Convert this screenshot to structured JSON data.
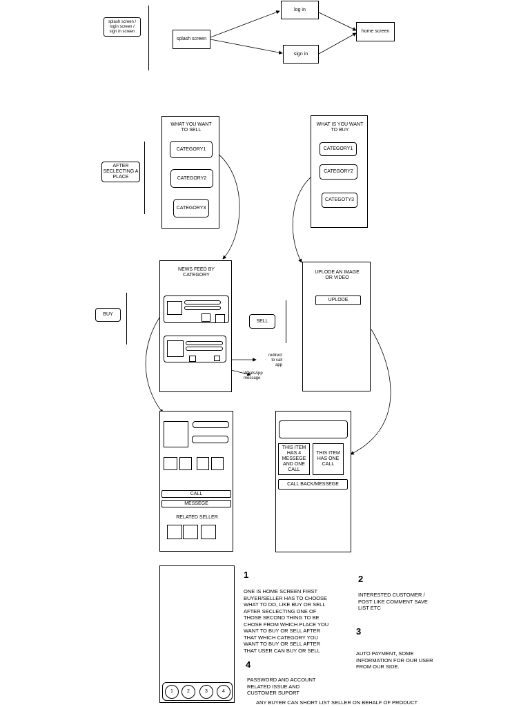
{
  "top_flow": {
    "label": "splash screen /\nlogin screen /\nsign in screen",
    "splash": "splash screen",
    "login": "log in",
    "signin": "sign in",
    "home": "home screen"
  },
  "side_labels": {
    "after_place": "AFTER\nSECLECTING A\nPLACE",
    "buy": "BUY",
    "sell": "SELL"
  },
  "sell_choice": {
    "title": "WHAT YOU WANT\nTO SELL",
    "categories": [
      "CATEGORY1",
      "CATEGORY2",
      "CATEGORY3"
    ]
  },
  "buy_choice": {
    "title": "WHAT IS YOU WANT\nTO BUY",
    "categories": [
      "CATEGORY1",
      "CATEGORY2",
      "CATEGOTY3"
    ]
  },
  "news_feed": {
    "title": "NEWS FEED BY\nCATEGORY",
    "redirect_call": "redirect\nto call\napp",
    "whatsapp": "WhatsApp\nmessage"
  },
  "upload": {
    "title": "UPLODE AN IMAGE\nOR VIDEO",
    "button": "UPLODE"
  },
  "product": {
    "call": "CALL",
    "message": "MESSEGE",
    "related": "RELATED SELLER"
  },
  "seller_stats": {
    "box1": "THIS ITEM\nHAS 4\nMESSEGE\nAND ONE\nCALL",
    "box2": "THIS ITEM\nHAS ONE\nCALL",
    "button": "CALL BACK/MESSEGE"
  },
  "bottom_nav": [
    "1",
    "2",
    "3",
    "4"
  ],
  "notes": {
    "n1_num": "1",
    "n1": "ONE IS HOME SCREEN FIRST\nBUYER/SELLER HAS TO CHOOSE\nWHAT TO DO, LIKE BUY OR SELL\nAFTER SECLECTING ONE OF\nTHOSE SECOND THING TO BE\nCHOSE FROM WHICH PLACE YOU\nWANT TO BUY OR SELL AFTER\nTHAT WHICH CATEGORY YOU\nWANT TO BUY OR SELL AFTER\nTHAT USER CAN  BUY OR SELL",
    "n2_num": "2",
    "n2": "INTERESTED CUSTOMER /\nPOST LIKE COMMENT SAVE\nLIST ETC",
    "n3_num": "3",
    "n3": "AUTO PAYMENT, SOME\nINFORMATION FOR OUR USER\nFROM OUR SIDE.",
    "n4_num": "4",
    "n4": "PASSWORD  AND ACCOUNT\nRELATED ISSUE AND\nCUSTOMER SUPORT",
    "footer": "ANY BUYER CAN SHORT LIST SELLER ON BEHALF OF PRODUCT"
  }
}
